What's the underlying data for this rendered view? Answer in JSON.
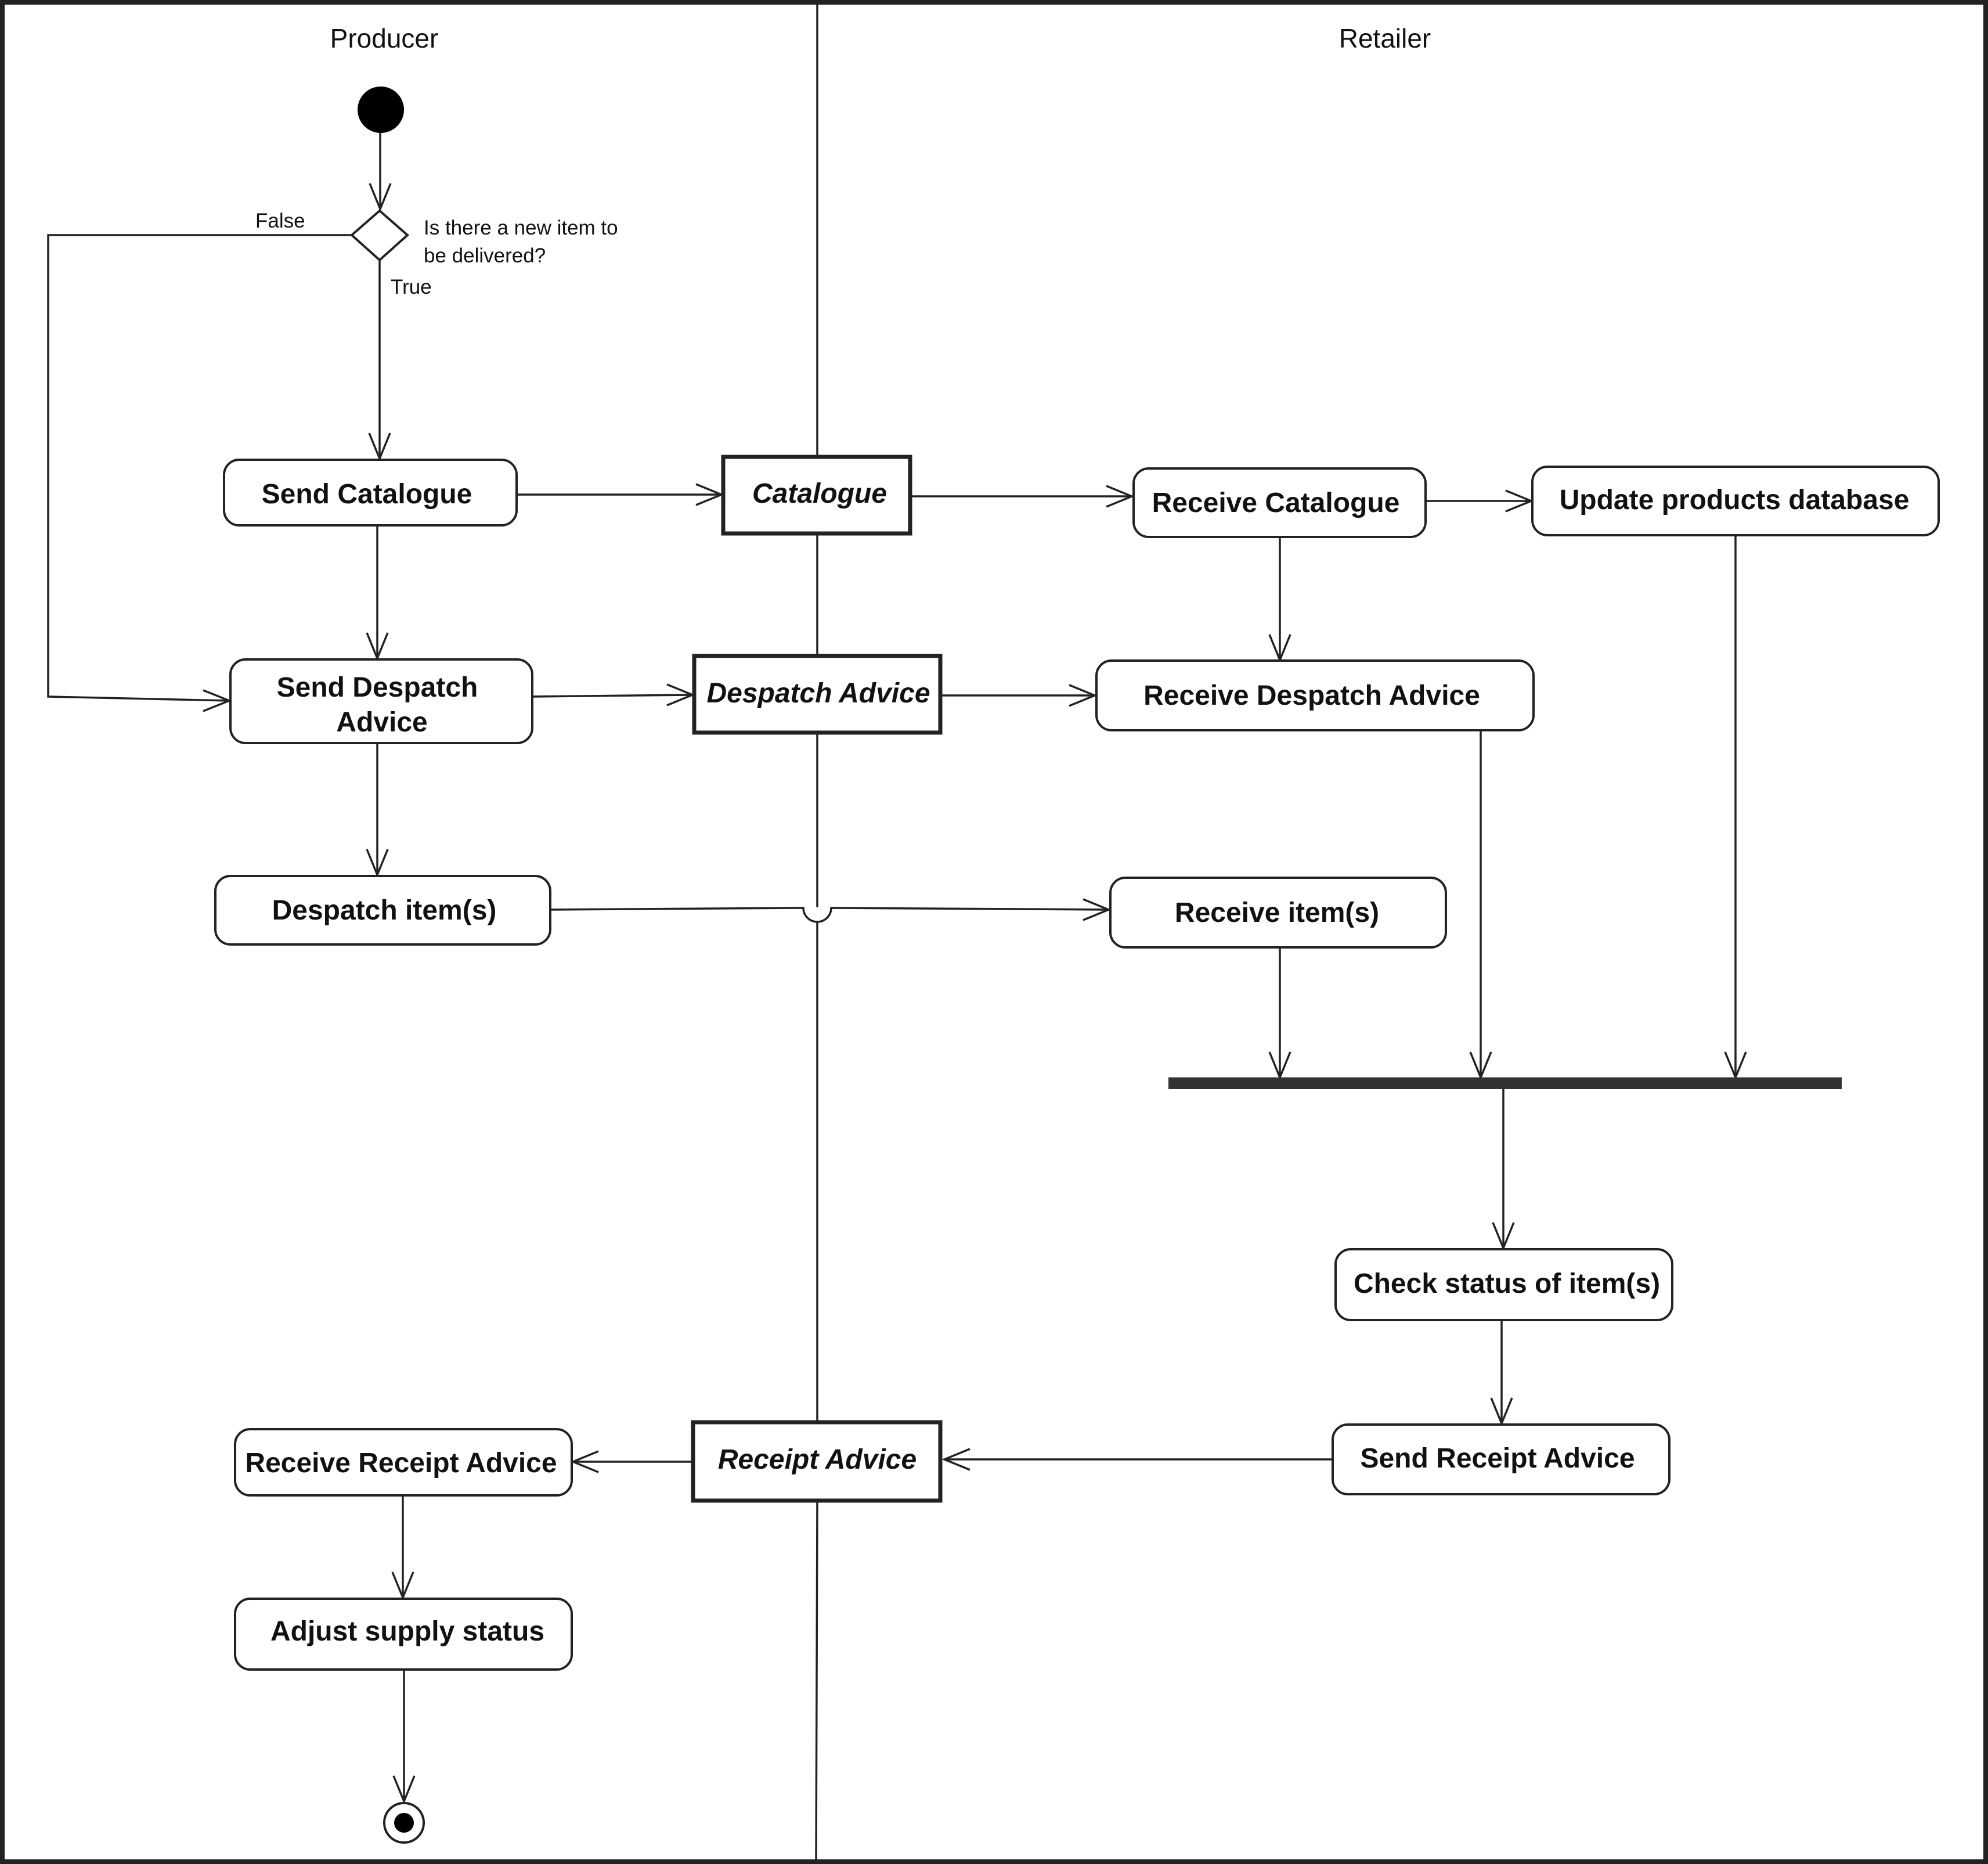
{
  "swimlanes": {
    "producer": "Producer",
    "retailer": "Retailer"
  },
  "decision": {
    "question_line1": "Is there a new item to",
    "question_line2": "be delivered?",
    "false_label": "False",
    "true_label": "True"
  },
  "activities": {
    "send_catalogue": "Send Catalogue",
    "send_despatch_advice_line1": "Send Despatch",
    "send_despatch_advice_line2": "Advice",
    "despatch_items": "Despatch item(s)",
    "receive_catalogue": "Receive Catalogue",
    "update_products_database": "Update products database",
    "receive_despatch_advice": "Receive Despatch Advice",
    "receive_items": "Receive item(s)",
    "check_status": "Check status of item(s)",
    "send_receipt_advice": "Send Receipt Advice",
    "receive_receipt_advice": "Receive Receipt Advice",
    "adjust_supply_status": "Adjust supply status"
  },
  "objects": {
    "catalogue": "Catalogue",
    "despatch_advice": "Despatch Advice",
    "receipt_advice": "Receipt Advice"
  },
  "colors": {
    "stroke": "#222222",
    "background": "#ffffff",
    "text": "#111111"
  }
}
